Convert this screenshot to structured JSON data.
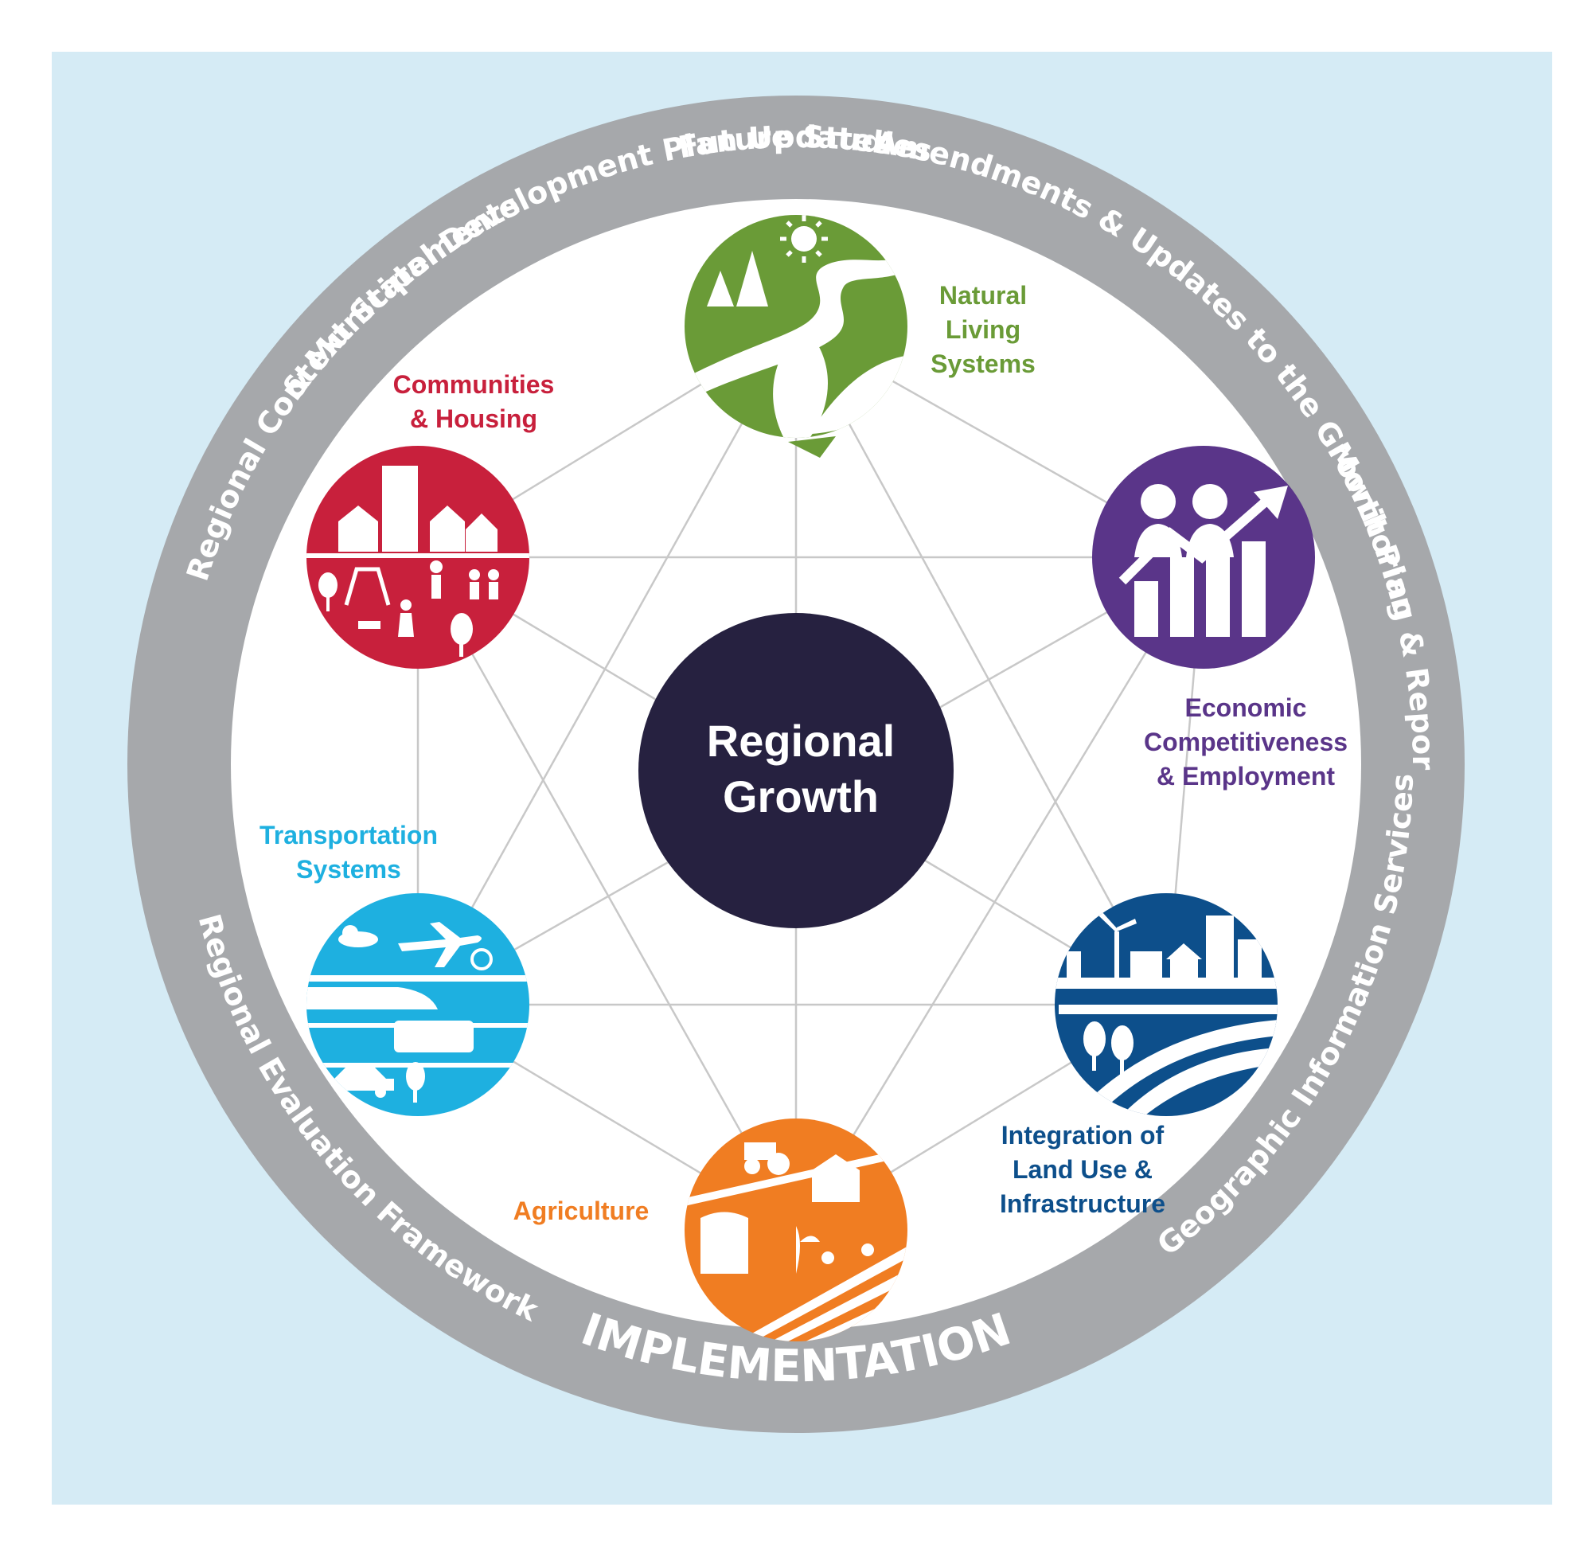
{
  "colors": {
    "background": "#d5ebf5",
    "ring": "#a6a8ab",
    "inner": "#ffffff",
    "lines": "#c8c8c8",
    "center": "#262140",
    "natural": "#6a9b37",
    "economic": "#5a3589",
    "integration": "#0d4f8b",
    "agriculture": "#f07d22",
    "transportation": "#1eb0e0",
    "communities": "#c8203c"
  },
  "center": {
    "line1": "Regional",
    "line2": "Growth"
  },
  "ring_labels": {
    "future_studies": "Future Studies",
    "amendments": "Amendments & Updates to the Growth Plan",
    "monitoring": "Monitoring & Reporting",
    "geographic": "Geographic Information Services",
    "implementation": "IMPLEMENTATION",
    "evaluation": "Regional Evaluation Framework",
    "context": "Regional Context Statements",
    "municipal": "& Municipal Development Plan Updates"
  },
  "nodes": {
    "natural": {
      "lines": [
        "Natural",
        "Living",
        "Systems"
      ],
      "icon": "nature-icon"
    },
    "economic": {
      "lines": [
        "Economic",
        "Competitiveness",
        "& Employment"
      ],
      "icon": "economy-icon"
    },
    "integration": {
      "lines": [
        "Integration of",
        "Land Use &",
        "Infrastructure"
      ],
      "icon": "city-icon"
    },
    "agriculture": {
      "lines": [
        "Agriculture"
      ],
      "icon": "farm-icon"
    },
    "transportation": {
      "lines": [
        "Transportation",
        "Systems"
      ],
      "icon": "transit-icon"
    },
    "communities": {
      "lines": [
        "Communities",
        "& Housing"
      ],
      "icon": "housing-icon"
    }
  }
}
